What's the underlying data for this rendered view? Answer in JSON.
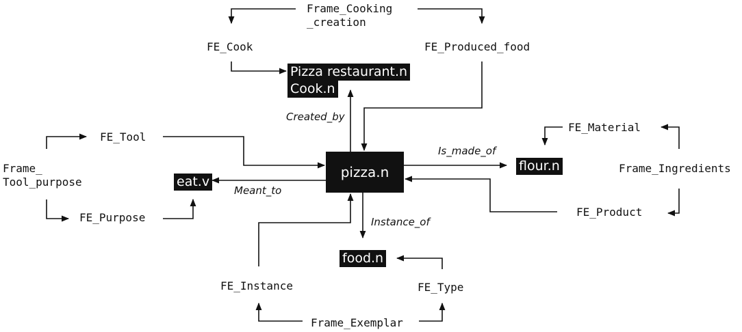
{
  "frames": {
    "cooking_creation": [
      "Frame_Cooking",
      "_creation"
    ],
    "tool_purpose": [
      "Frame_",
      "Tool_purpose"
    ],
    "ingredients": "Frame_Ingredients",
    "exemplar": "Frame_Exemplar"
  },
  "frame_elements": {
    "cook": "FE_Cook",
    "produced_food": "FE_Produced_food",
    "tool": "FE_Tool",
    "purpose": "FE_Purpose",
    "material": "FE_Material",
    "product": "FE_Product",
    "instance": "FE_Instance",
    "type": "FE_Type"
  },
  "concepts": {
    "center": "pizza.n",
    "creators": [
      "Pizza restaurant.n",
      "Cook.n"
    ],
    "eat": "eat.v",
    "flour": "flour.n",
    "food": "food.n"
  },
  "relations": {
    "created_by": "Created_by",
    "is_made_of": "Is_made_of",
    "meant_to": "Meant_to",
    "instance_of": "Instance_of"
  }
}
